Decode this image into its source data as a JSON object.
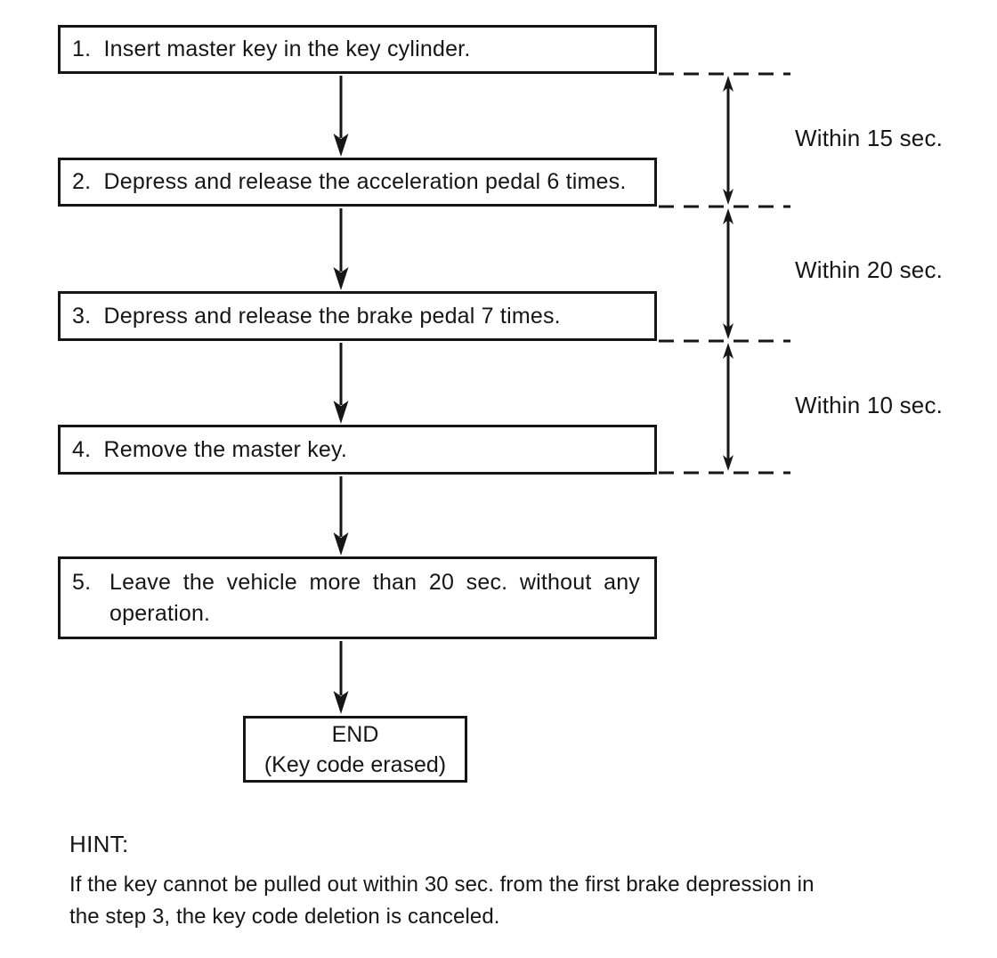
{
  "page": {
    "background": "#ffffff",
    "ink": "#161616"
  },
  "flowchart": {
    "steps": [
      {
        "label": "1.  Insert master key in the key cylinder."
      },
      {
        "label": "2.  Depress and release the acceleration pedal 6 times."
      },
      {
        "label": "3.  Depress and release the brake pedal 7 times."
      },
      {
        "label": "4.  Remove the master key."
      }
    ],
    "step5": {
      "number": "5.",
      "line1": "Leave the vehicle more than 20 sec. without any",
      "line2": "operation."
    },
    "end_box": {
      "title": "END",
      "subtitle": "(Key code erased)"
    },
    "timings": [
      {
        "label": "Within 15 sec."
      },
      {
        "label": "Within 20 sec."
      },
      {
        "label": "Within 10 sec."
      }
    ]
  },
  "hint": {
    "heading": "HINT:",
    "line1": "If the key cannot be pulled out within 30 sec. from the first brake depression in",
    "line2": "the step 3, the key code deletion is canceled."
  }
}
